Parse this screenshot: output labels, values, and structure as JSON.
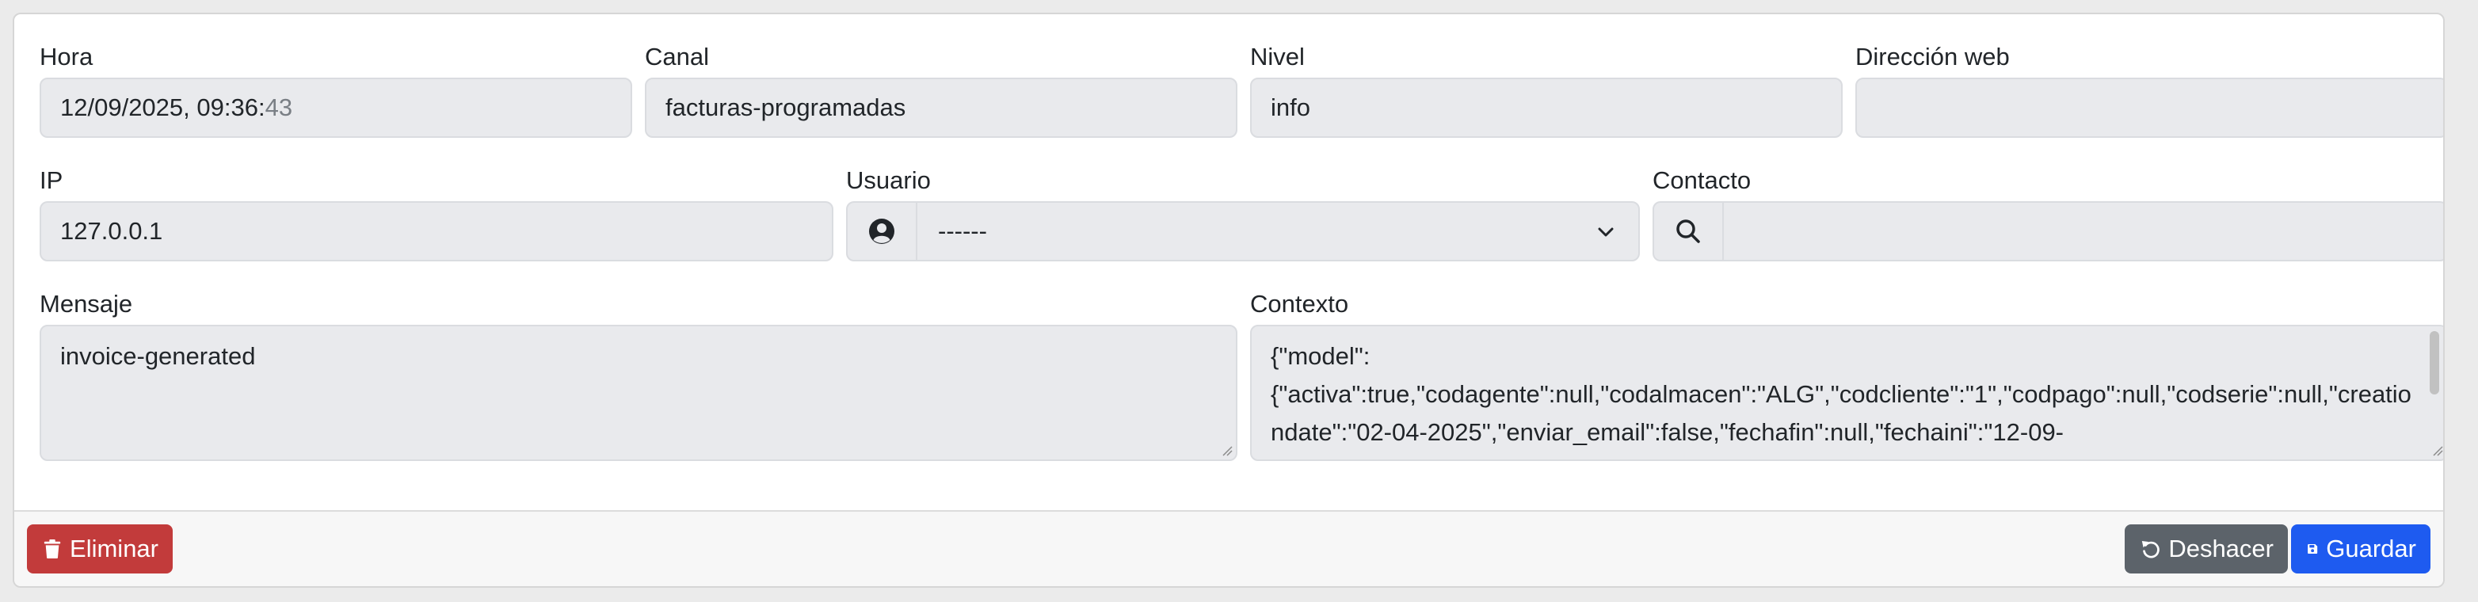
{
  "form": {
    "hora": {
      "label": "Hora",
      "value_main": "12/09/2025, 09:36:",
      "value_seconds": "43"
    },
    "canal": {
      "label": "Canal",
      "value": "facturas-programadas"
    },
    "nivel": {
      "label": "Nivel",
      "value": "info"
    },
    "direccion_web": {
      "label": "Dirección web",
      "value": ""
    },
    "ip": {
      "label": "IP",
      "value": "127.0.0.1"
    },
    "usuario": {
      "label": "Usuario",
      "value": "------",
      "icon": "user-circle-icon"
    },
    "contacto": {
      "label": "Contacto",
      "value": "",
      "icon": "search-icon"
    },
    "mensaje": {
      "label": "Mensaje",
      "value": "invoice-generated"
    },
    "contexto": {
      "label": "Contexto",
      "value": "{\"model\":\n{\"activa\":true,\"codagente\":null,\"codalmacen\":\"ALG\",\"codcliente\":\"1\",\"codpago\":null,\"codserie\":null,\"creationdate\":\"02-04-2025\",\"enviar_email\":false,\"fechafin\":null,\"fechaini\":\"12-09-"
    }
  },
  "footer": {
    "delete_label": "Eliminar",
    "undo_label": "Deshacer",
    "save_label": "Guardar"
  },
  "colors": {
    "danger": "#c23b3b",
    "secondary": "#5c636a",
    "primary": "#1e5bf0",
    "field_bg": "#e9eaed"
  }
}
